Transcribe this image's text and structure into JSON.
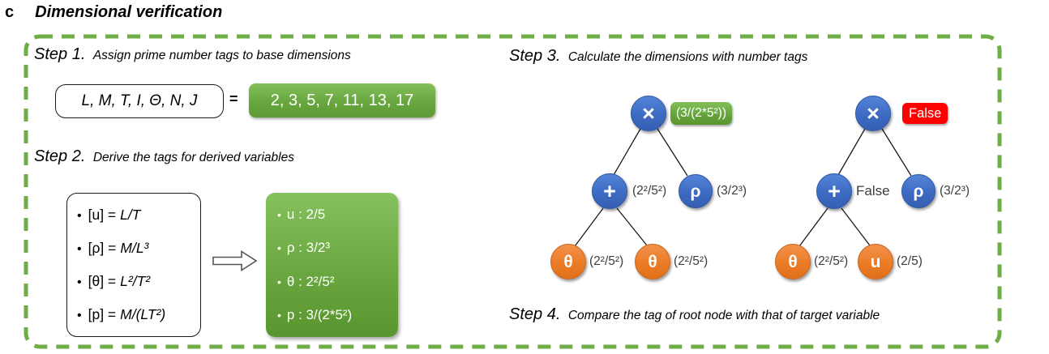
{
  "panel_label": "c",
  "title": "Dimensional verification",
  "colors": {
    "accent_green": "#70AD47",
    "node_blue": "#4472C4",
    "node_orange": "#ED7D31",
    "false_red": "#FF0000"
  },
  "step1": {
    "heading": "Step 1.",
    "description": "Assign prime number tags to base dimensions",
    "base_dimensions": "L, M, T, I, Θ, N, J",
    "equals_sign": "=",
    "prime_tags": "2, 3, 5, 7, 11, 13, 17"
  },
  "step2": {
    "heading": "Step 2.",
    "description": "Derive the tags for derived variables",
    "derived": [
      {
        "label": "[u] =",
        "formula": "L/T"
      },
      {
        "label": "[ρ] =",
        "formula": "M/L³"
      },
      {
        "label": "[θ] =",
        "formula": "L²/T²"
      },
      {
        "label": "[p] =",
        "formula": "M/(LT²)"
      }
    ],
    "tags": [
      "u : 2/5",
      "ρ : 3/2³",
      "θ : 2²/5²",
      "p : 3/(2*5²)"
    ]
  },
  "step3": {
    "heading": "Step 3.",
    "description": "Calculate the dimensions with number tags"
  },
  "step4": {
    "heading": "Step 4.",
    "description": "Compare the tag of root node with that of target variable"
  },
  "tree_left": {
    "root": {
      "op": "×",
      "result": "(3/(2*5²))",
      "result_status": "valid"
    },
    "plus": {
      "op": "+",
      "tag": "(2²/5²)"
    },
    "rho": {
      "symbol": "ρ",
      "tag": "(3/2³)"
    },
    "theta1": {
      "symbol": "θ",
      "tag": "(2²/5²)"
    },
    "theta2": {
      "symbol": "θ",
      "tag": "(2²/5²)"
    }
  },
  "tree_right": {
    "root": {
      "op": "×",
      "result": "False",
      "result_status": "false"
    },
    "plus": {
      "op": "+",
      "tag": "False"
    },
    "rho": {
      "symbol": "ρ",
      "tag": "(3/2³)"
    },
    "theta": {
      "symbol": "θ",
      "tag": "(2²/5²)"
    },
    "u": {
      "symbol": "u",
      "tag": "(2/5)"
    }
  }
}
